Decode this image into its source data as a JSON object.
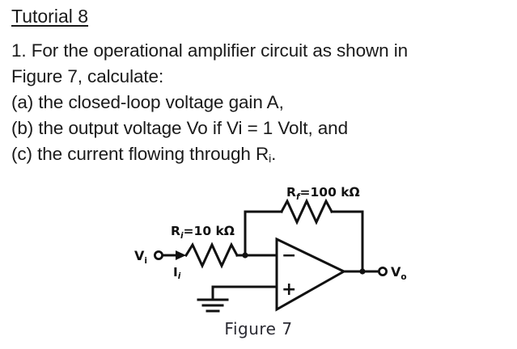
{
  "document": {
    "title": "Tutorial 8",
    "question_number": "1.",
    "lines": [
      "1. For the operational amplifier circuit as shown in",
      "Figure 7, calculate:",
      "(a) the closed-loop voltage gain A,",
      "(b) the output voltage Vo if Vi = 1 Volt, and"
    ],
    "line_c": {
      "prefix": "(c) the current flowing through R",
      "subscript": "i",
      "suffix": "."
    }
  },
  "figure": {
    "caption": "Figure 7",
    "labels": {
      "feedback_resistor": {
        "symbol": "R",
        "subscript": "f",
        "value": "=100 kΩ"
      },
      "input_resistor": {
        "symbol": "R",
        "subscript": "i",
        "value": "=10 kΩ"
      },
      "input_voltage": {
        "symbol": "V",
        "subscript": "i"
      },
      "input_current": {
        "symbol": "I",
        "subscript": "i"
      },
      "output_voltage": {
        "symbol": "V",
        "subscript": "o"
      },
      "inverting_input": "−",
      "noninverting_input": "+"
    },
    "components": [
      "input-terminal",
      "current-arrow",
      "input-resistor",
      "inverting-node",
      "feedback-resistor",
      "opamp-triangle",
      "ground-symbol",
      "output-node",
      "output-terminal"
    ]
  },
  "colors": {
    "background": "#ffffff",
    "text": "#1a1a1a",
    "circuit_ink": "#111111",
    "caption": "#2b2b33"
  }
}
